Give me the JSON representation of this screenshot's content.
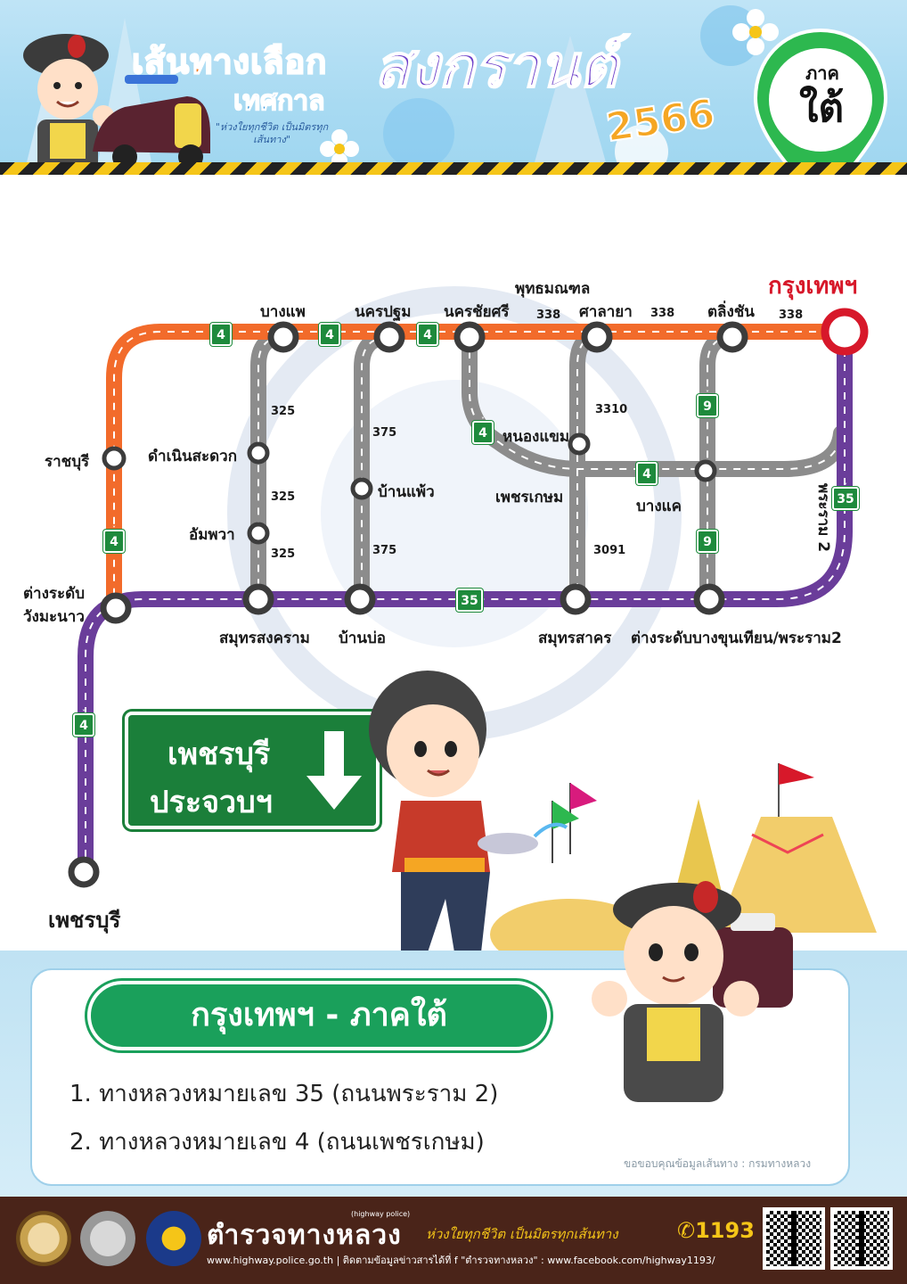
{
  "header": {
    "title_line1": "เส้นทางเลือก",
    "title_line2": "เทศกาล",
    "festival": "สงกรานต์",
    "year": "2566",
    "slogan": "\"ห่วงใยทุกชีวิต เป็นมิตรทุกเส้นทาง\"",
    "region_prefix": "ภาค",
    "region_name": "ใต้",
    "colors": {
      "title": "#f47b20",
      "festival": "#6c3fc9",
      "year": "#f5a623",
      "pin": "#2db84f"
    }
  },
  "map": {
    "origin": "กรุงเทพฯ",
    "destination": "เพชรบุรี",
    "places": {
      "bang_phae": "บางแพ",
      "nakhon_pathom": "นครปฐม",
      "nakhon_chai_si": "นครชัยศรี",
      "phutthamonthon": "พุทธมณฑล",
      "sala_ya": "ศาลายา",
      "taling_chan": "ตลิ่งชัน",
      "ratchaburi": "ราชบุรี",
      "damnoen_saduak": "ดำเนินสะดวก",
      "ban_phaeo": "บ้านแพ้ว",
      "nong_khaem": "หนองแขม",
      "phetkasem": "เพชรเกษม",
      "bang_khae": "บางแค",
      "ampawa": "อัมพวา",
      "rama2": "พระราม 2",
      "wang_manao_1": "ต่างระดับ",
      "wang_manao_2": "วังมะนาว",
      "samut_songkhram": "สมุทรสงคราม",
      "ban_bo": "บ้านบ่อ",
      "samut_sakhon": "สมุทรสาคร",
      "bang_khun_thian": "ต่างระดับบางขุนเทียน/พระราม2"
    },
    "road_numbers": {
      "r338": "338",
      "r325": "325",
      "r375": "375",
      "r3310": "3310",
      "r3091": "3091"
    },
    "shields": {
      "r4": "4",
      "r9": "9",
      "r35": "35"
    },
    "colors": {
      "route4": "#f26b2b",
      "route35": "#6a3d9a",
      "local": "#8c8c8c",
      "origin": "#d7182a"
    }
  },
  "sign": {
    "line1": "เพชรบุรี",
    "line2": "ประจวบฯ",
    "arrow_icon": "down-arrow-icon",
    "color": "#1b7f3a"
  },
  "summary": {
    "heading": "กรุงเทพฯ - ภาคใต้",
    "routes": [
      "1. ทางหลวงหมายเลข 35 (ถนนพระราม 2)",
      "2. ทางหลวงหมายเลข 4 (ถนนเพชรเกษม)"
    ],
    "credit": "ขอขอบคุณข้อมูลเส้นทาง : กรมทางหลวง"
  },
  "footer": {
    "brand": "ตำรวจทางหลวง",
    "brand_en": "(highway police)",
    "slogan": "ห่วงใยทุกชีวิต เป็นมิตรทุกเส้นทาง",
    "phone": "1193",
    "web": "www.highway.police.go.th | ติดตามข้อมูลข่าวสารได้ที่  f  \"ตำรวจทางหลวง\" : www.facebook.com/highway1193/"
  }
}
